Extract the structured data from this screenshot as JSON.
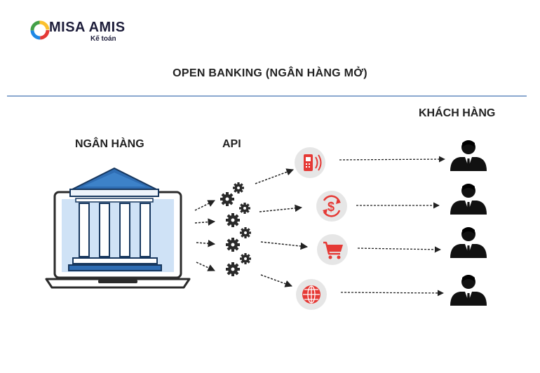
{
  "logo": {
    "brand": "MISA AMIS",
    "sub": "Kế toán"
  },
  "title": "OPEN BANKING (NGÂN HÀNG MỞ)",
  "headings": {
    "bank": "NGÂN HÀNG",
    "api": "API",
    "customer": "KHÁCH HÀNG"
  },
  "services": [
    {
      "name": "mobile",
      "icon": "mobile-phone-icon"
    },
    {
      "name": "money-exchange",
      "icon": "money-exchange-icon"
    },
    {
      "name": "shopping",
      "icon": "shopping-cart-icon"
    },
    {
      "name": "web",
      "icon": "globe-icon"
    }
  ],
  "colors": {
    "accent": "#e53935",
    "divider": "#8aa8cf",
    "bank_screen": "#cfe2f6",
    "bank_blue": "#2f6db3",
    "dark": "#222222"
  }
}
